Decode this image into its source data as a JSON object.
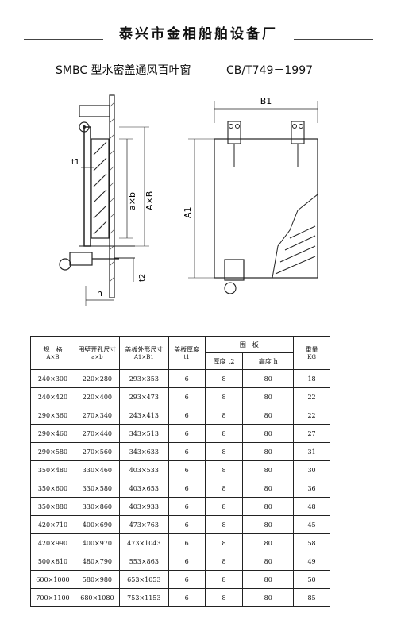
{
  "header": {
    "company": "泰兴市金相船舶设备厂",
    "title": "SMBC 型水密盖通风百叶窗",
    "standard": "CB/T749－1997"
  },
  "drawing_labels": {
    "t1": "t1",
    "axb": "a×b",
    "AxB": "A×B",
    "t2": "t2",
    "h": "h",
    "B1": "B1",
    "A1": "A1"
  },
  "table": {
    "col_headers": {
      "spec": "规　格",
      "spec_sub": "A×B",
      "opening": "围壁开孔尺寸",
      "opening_sub": "a×b",
      "cover_dim": "盖板外形尺寸",
      "cover_dim_sub": "A1×B1",
      "cover_thk": "盖板厚度",
      "cover_thk_sub": "t1",
      "coaming": "围　板",
      "thickness": "厚度 t2",
      "height": "高度 h",
      "weight": "重量",
      "weight_sub": "KG"
    },
    "rows": [
      [
        "240×300",
        "220×280",
        "293×353",
        "6",
        "8",
        "80",
        "18"
      ],
      [
        "240×420",
        "220×400",
        "293×473",
        "6",
        "8",
        "80",
        "22"
      ],
      [
        "290×360",
        "270×340",
        "243×413",
        "6",
        "8",
        "80",
        "22"
      ],
      [
        "290×460",
        "270×440",
        "343×513",
        "6",
        "8",
        "80",
        "27"
      ],
      [
        "290×580",
        "270×560",
        "343×633",
        "6",
        "8",
        "80",
        "31"
      ],
      [
        "350×480",
        "330×460",
        "403×533",
        "6",
        "8",
        "80",
        "30"
      ],
      [
        "350×600",
        "330×580",
        "403×653",
        "6",
        "8",
        "80",
        "36"
      ],
      [
        "350×880",
        "330×860",
        "403×933",
        "6",
        "8",
        "80",
        "48"
      ],
      [
        "420×710",
        "400×690",
        "473×763",
        "6",
        "8",
        "80",
        "45"
      ],
      [
        "420×990",
        "400×970",
        "473×1043",
        "6",
        "8",
        "80",
        "58"
      ],
      [
        "500×810",
        "480×790",
        "553×863",
        "6",
        "8",
        "80",
        "49"
      ],
      [
        "600×1000",
        "580×980",
        "653×1053",
        "6",
        "8",
        "80",
        "50"
      ],
      [
        "700×1100",
        "680×1080",
        "753×1153",
        "6",
        "8",
        "80",
        "85"
      ]
    ]
  }
}
